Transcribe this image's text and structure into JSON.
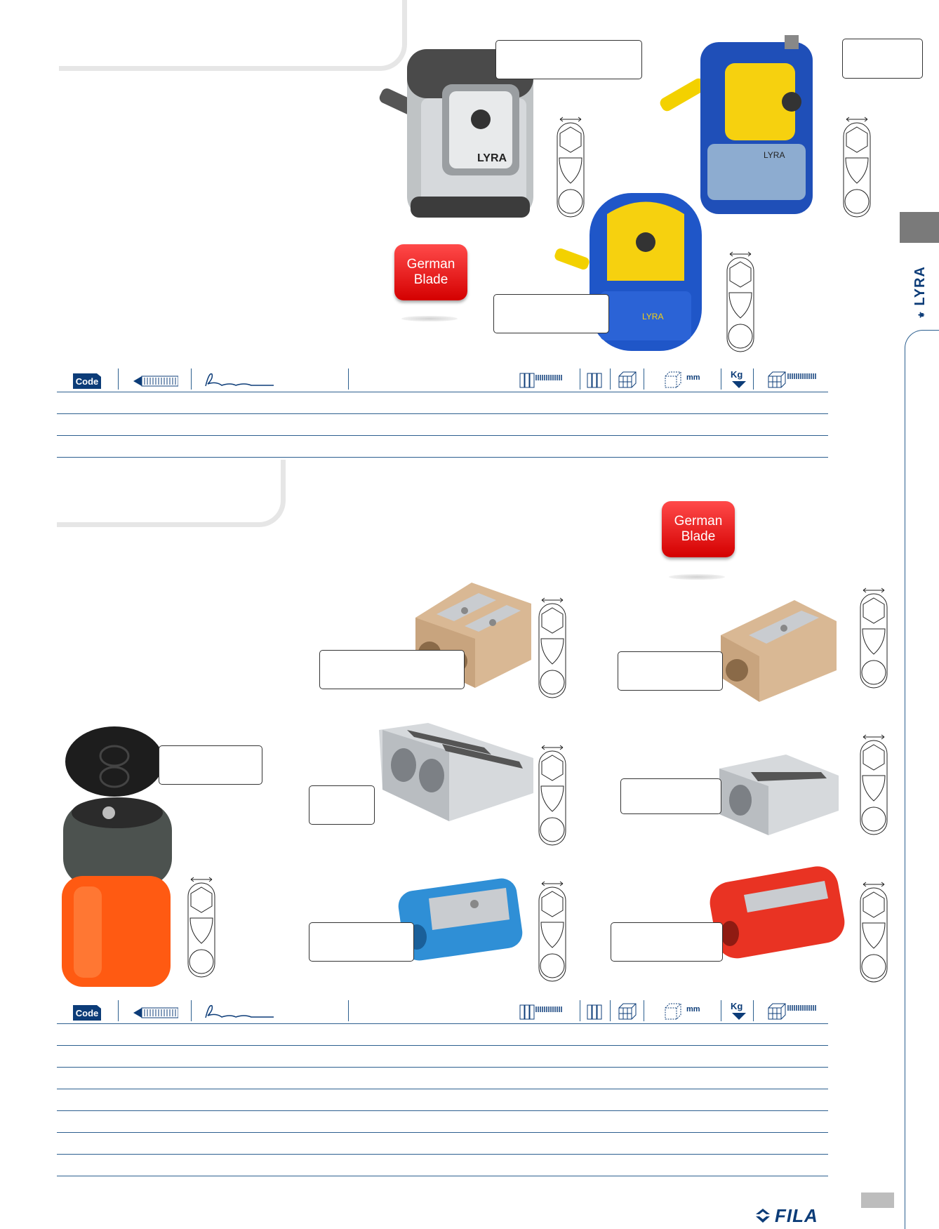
{
  "side_tab": {
    "brand": "LYRA",
    "tab_color": "#7a7a7a"
  },
  "badges": {
    "german_blade_line1": "German",
    "german_blade_line2": "Blade"
  },
  "product_marks": {
    "sharpener_brand": "LYRA"
  },
  "table_headers": {
    "code": "Code",
    "mm": "mm",
    "kg": "Kg"
  },
  "footer": {
    "brand": "FILA"
  },
  "colors": {
    "rule": "#2c5f8f",
    "badge_red": "#e00000",
    "code_blue": "#0c3c78",
    "fila_blue": "#0c3c78"
  }
}
